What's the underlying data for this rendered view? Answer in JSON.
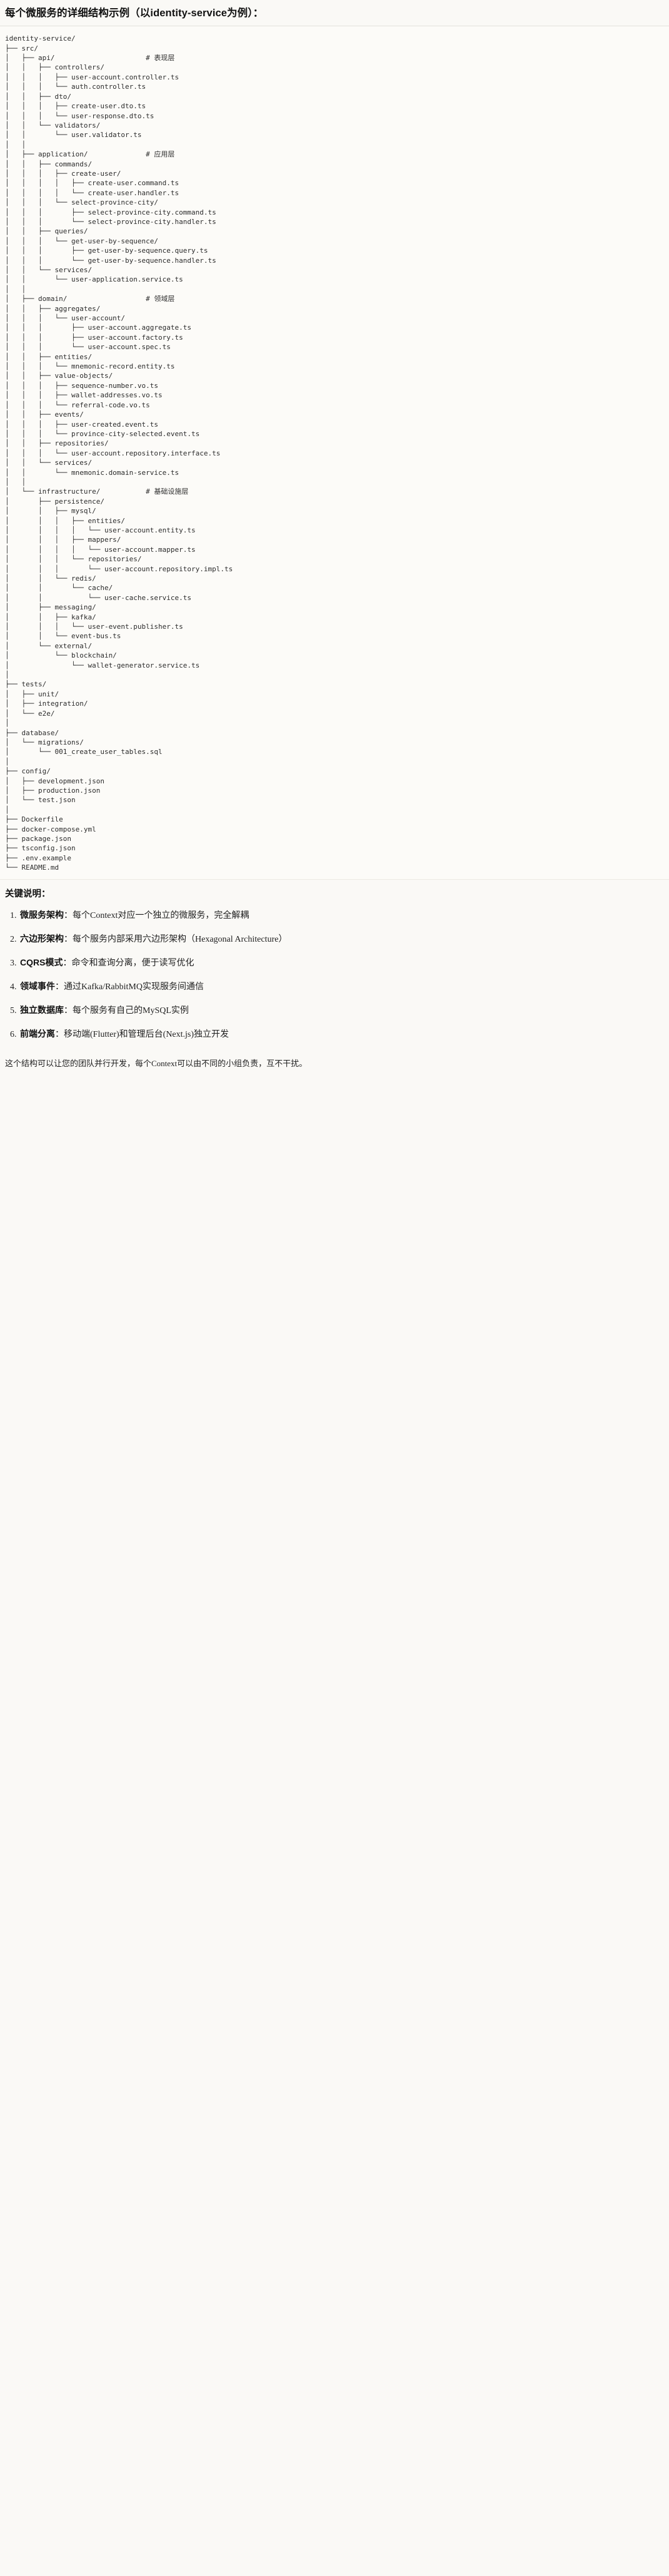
{
  "document": {
    "heading": "每个微服务的详细结构示例（以identity-service为例）：",
    "tree_root": "identity-service/",
    "tree": "identity-service/\n├── src/\n│   ├── api/                      # 表现层\n│   │   ├── controllers/\n│   │   │   ├── user-account.controller.ts\n│   │   │   └── auth.controller.ts\n│   │   ├── dto/\n│   │   │   ├── create-user.dto.ts\n│   │   │   └── user-response.dto.ts\n│   │   └── validators/\n│   │       └── user.validator.ts\n│   │\n│   ├── application/              # 应用层\n│   │   ├── commands/\n│   │   │   ├── create-user/\n│   │   │   │   ├── create-user.command.ts\n│   │   │   │   └── create-user.handler.ts\n│   │   │   └── select-province-city/\n│   │   │       ├── select-province-city.command.ts\n│   │   │       └── select-province-city.handler.ts\n│   │   ├── queries/\n│   │   │   └── get-user-by-sequence/\n│   │   │       ├── get-user-by-sequence.query.ts\n│   │   │       └── get-user-by-sequence.handler.ts\n│   │   └── services/\n│   │       └── user-application.service.ts\n│   │\n│   ├── domain/                   # 领域层\n│   │   ├── aggregates/\n│   │   │   └── user-account/\n│   │   │       ├── user-account.aggregate.ts\n│   │   │       ├── user-account.factory.ts\n│   │   │       └── user-account.spec.ts\n│   │   ├── entities/\n│   │   │   └── mnemonic-record.entity.ts\n│   │   ├── value-objects/\n│   │   │   ├── sequence-number.vo.ts\n│   │   │   ├── wallet-addresses.vo.ts\n│   │   │   └── referral-code.vo.ts\n│   │   ├── events/\n│   │   │   ├── user-created.event.ts\n│   │   │   └── province-city-selected.event.ts\n│   │   ├── repositories/\n│   │   │   └── user-account.repository.interface.ts\n│   │   └── services/\n│   │       └── mnemonic.domain-service.ts\n│   │\n│   └── infrastructure/           # 基础设施层\n│       ├── persistence/\n│       │   ├── mysql/\n│       │   │   ├── entities/\n│       │   │   │   └── user-account.entity.ts\n│       │   │   ├── mappers/\n│       │   │   │   └── user-account.mapper.ts\n│       │   │   └── repositories/\n│       │   │       └── user-account.repository.impl.ts\n│       │   └── redis/\n│       │       └── cache/\n│       │           └── user-cache.service.ts\n│       ├── messaging/\n│       │   ├── kafka/\n│       │   │   └── user-event.publisher.ts\n│       │   └── event-bus.ts\n│       └── external/\n│           └── blockchain/\n│               └── wallet-generator.service.ts\n│\n├── tests/\n│   ├── unit/\n│   ├── integration/\n│   └── e2e/\n│\n├── database/\n│   └── migrations/\n│       └── 001_create_user_tables.sql\n│\n├── config/\n│   ├── development.json\n│   ├── production.json\n│   └── test.json\n│\n├── Dockerfile\n├── docker-compose.yml\n├── package.json\n├── tsconfig.json\n├── .env.example\n└── README.md",
    "notes_title": "关键说明：",
    "notes": [
      {
        "term": "微服务架构",
        "separator": "：",
        "description": "每个Context对应一个独立的微服务，完全解耦"
      },
      {
        "term": "六边形架构",
        "separator": "：",
        "description": "每个服务内部采用六边形架构（Hexagonal Architecture）"
      },
      {
        "term": "CQRS模式",
        "separator": "：",
        "description": "命令和查询分离，便于读写优化"
      },
      {
        "term": "领域事件",
        "separator": "：",
        "description": "通过Kafka/RabbitMQ实现服务间通信"
      },
      {
        "term": "独立数据库",
        "separator": "：",
        "description": "每个服务有自己的MySQL实例"
      },
      {
        "term": "前端分离",
        "separator": "：",
        "description": "移动端(Flutter)和管理后台(Next.js)独立开发"
      }
    ],
    "closing": "这个结构可以让您的团队并行开发，每个Context可以由不同的小组负责，互不干扰。",
    "layer_comments": {
      "api": "# 表现层",
      "application": "# 应用层",
      "domain": "# 领域层",
      "infrastructure": "# 基础设施层"
    },
    "colors": {
      "page_background": "#faf9f6",
      "code_background": "#fcfbf8",
      "text": "#1f1f1f",
      "code_text": "#2c2c2c",
      "rule": "#e3e1dc"
    }
  }
}
